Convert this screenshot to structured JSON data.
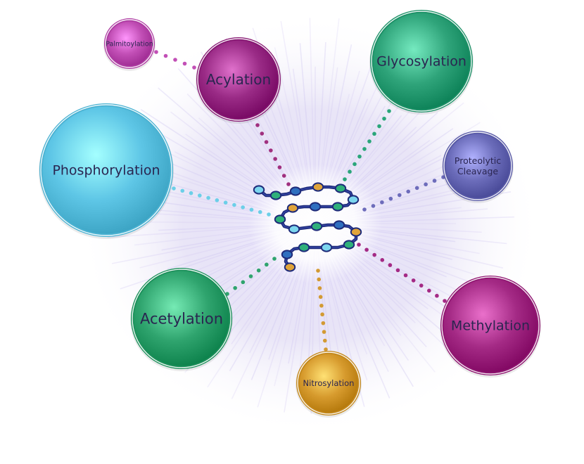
{
  "diagram": {
    "center": {
      "name": "protein-helix-icon"
    },
    "modifications": [
      {
        "key": "palmitoylation",
        "lines": [
          "Palmitoylation"
        ],
        "color": "#c24fb6",
        "dot": "#c24fb6"
      },
      {
        "key": "acylation",
        "lines": [
          "Acylation"
        ],
        "color": "#9a2b86",
        "dot": "#a0307f"
      },
      {
        "key": "glycosylation",
        "lines": [
          "Glycosylation"
        ],
        "color": "#2fa47a",
        "dot": "#2aa67a"
      },
      {
        "key": "phosphorylation",
        "lines": [
          "Phosphorylation"
        ],
        "color": "#5ec6e6",
        "dot": "#6ccfe8"
      },
      {
        "key": "proteolytic-cleavage",
        "lines": [
          "Proteolytic",
          "Cleavage"
        ],
        "color": "#6b6cba",
        "dot": "#6d6cbb"
      },
      {
        "key": "acetylation",
        "lines": [
          "Acetylation"
        ],
        "color": "#2fa46e",
        "dot": "#2fa46e"
      },
      {
        "key": "methylation",
        "lines": [
          "Methylation"
        ],
        "color": "#a42a85",
        "dot": "#a42a85"
      },
      {
        "key": "nitrosylation",
        "lines": [
          "Nitrosylation"
        ],
        "color": "#d79b2e",
        "dot": "#d39a33"
      }
    ]
  }
}
